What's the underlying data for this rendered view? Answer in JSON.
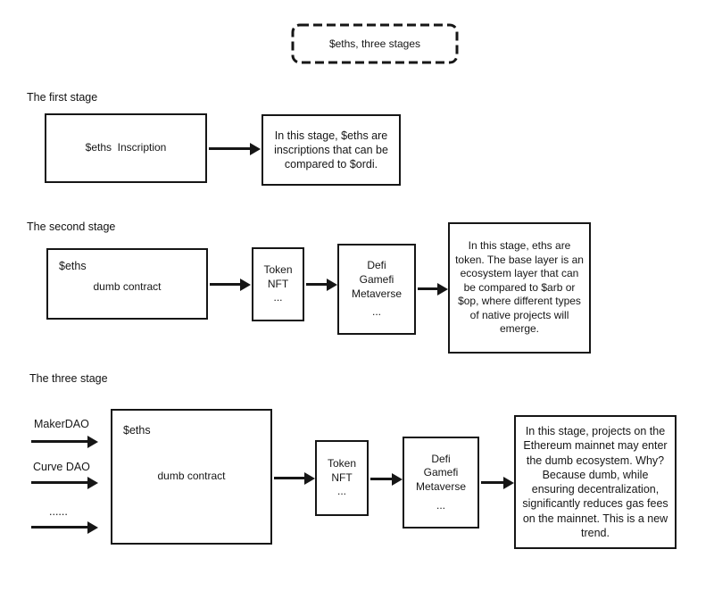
{
  "title_box": {
    "label": "$eths, three stages"
  },
  "stage1": {
    "heading": "The first stage",
    "main_box": "$eths  Inscription",
    "note": "In this stage, $eths are inscriptions that can be compared to $ordi."
  },
  "stage2": {
    "heading": "The second stage",
    "main_box_tag": "$eths",
    "main_box": "dumb contract",
    "token_lines": [
      "Token",
      "NFT",
      "..."
    ],
    "defi_lines": [
      "Defi",
      "Gamefi",
      "Metaverse",
      "..."
    ],
    "note": "In this stage, eths are token. The base layer is an ecosystem layer that can be compared to $arb or $op, where different types of native projects will emerge."
  },
  "stage3": {
    "heading": "The three stage",
    "inputs": [
      "MakerDAO",
      "Curve DAO",
      "......"
    ],
    "main_box_tag": "$eths",
    "main_box": "dumb contract",
    "token_lines": [
      "Token",
      "NFT",
      "..."
    ],
    "defi_lines": [
      "Defi",
      "Gamefi",
      "Metaverse",
      "..."
    ],
    "note": "In this stage, projects on the Ethereum mainnet may enter the dumb ecosystem. Why? Because dumb, while ensuring decentralization, significantly reduces gas fees on the mainnet. This is a new trend."
  },
  "colors": {
    "ink": "#161616",
    "background": "#ffffff"
  }
}
